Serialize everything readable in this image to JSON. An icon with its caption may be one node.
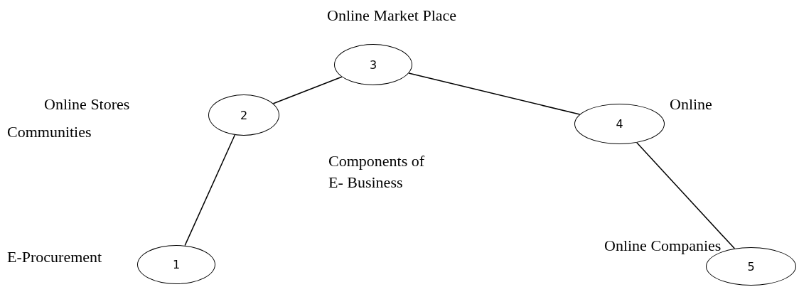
{
  "diagram": {
    "nodes": [
      {
        "text": [
          "1"
        ],
        "beside": [
          "E-Procurement"
        ]
      },
      {
        "text": [
          "2"
        ]
      },
      {
        "text": [
          "3"
        ],
        "beside": [
          "Online Market Place"
        ]
      },
      {
        "text": [
          "4"
        ],
        "beside": [
          "Online"
        ]
      },
      {
        "text": [
          "5"
        ],
        "beside": [
          "Online Companies"
        ]
      }
    ],
    "edges": [
      {
        "from": 0,
        "to": 1,
        "arrow": "none"
      },
      {
        "from": 1,
        "to": 2,
        "arrow": "none"
      },
      {
        "from": 2,
        "to": 3,
        "arrow": "none"
      },
      {
        "from": 3,
        "to": 4,
        "arrow": "none"
      }
    ],
    "labels": [
      "Online Stores",
      "Communities",
      "Components of E- Business"
    ]
  }
}
